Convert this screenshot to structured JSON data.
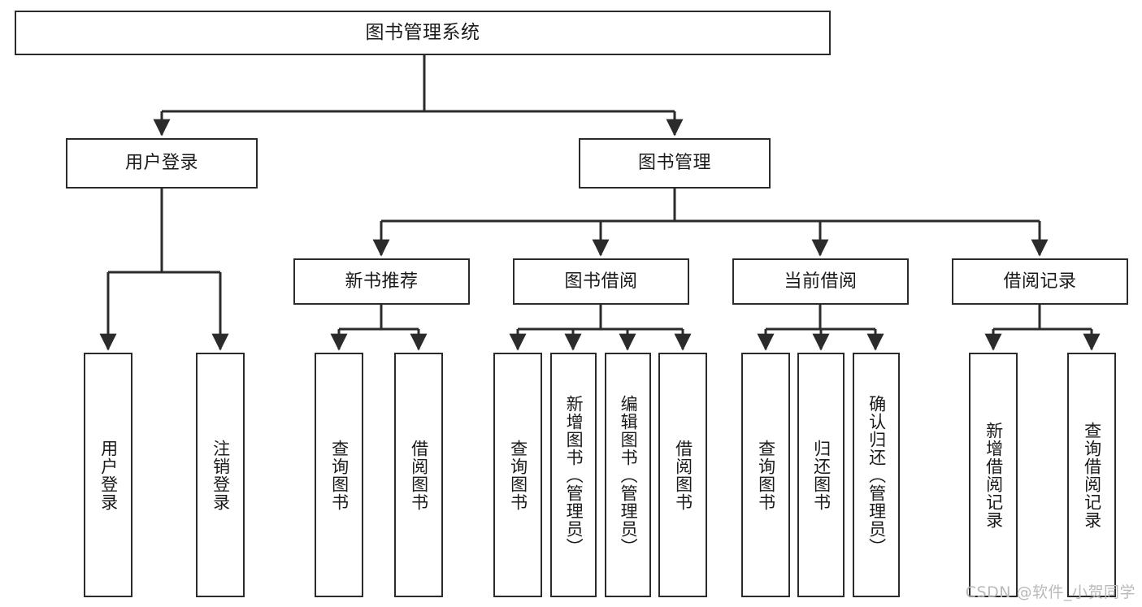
{
  "diagram": {
    "title": "图书管理系统",
    "type": "tree",
    "watermark": "CSDN @软件_小贺同学",
    "colors": {
      "background": "#ffffff",
      "box_border": "#2b2b2b",
      "box_fill": "#ffffff",
      "text": "#1a1a1a",
      "edge": "#2b2b2b",
      "watermark": "#b9b9b9"
    },
    "nodes": {
      "root": {
        "label": "图书管理系统"
      },
      "level1": [
        {
          "label": "用户登录"
        },
        {
          "label": "图书管理"
        }
      ],
      "level2": [
        {
          "label": "新书推荐"
        },
        {
          "label": "图书借阅"
        },
        {
          "label": "当前借阅"
        },
        {
          "label": "借阅记录"
        }
      ],
      "leaves": {
        "user_login": [
          {
            "label": "用户登录"
          },
          {
            "label": "注销登录"
          }
        ],
        "new_book_recommend": [
          {
            "label": "查询图书"
          },
          {
            "label": "借阅图书"
          }
        ],
        "book_borrow": [
          {
            "label": "查询图书"
          },
          {
            "label": "新增图书（管理员）"
          },
          {
            "label": "编辑图书（管理员）"
          },
          {
            "label": "借阅图书"
          }
        ],
        "current_borrow": [
          {
            "label": "查询图书"
          },
          {
            "label": "归还图书"
          },
          {
            "label": "确认归还（管理员）"
          }
        ],
        "borrow_record": [
          {
            "label": "新增借阅记录"
          },
          {
            "label": "查询借阅记录"
          }
        ]
      }
    }
  }
}
